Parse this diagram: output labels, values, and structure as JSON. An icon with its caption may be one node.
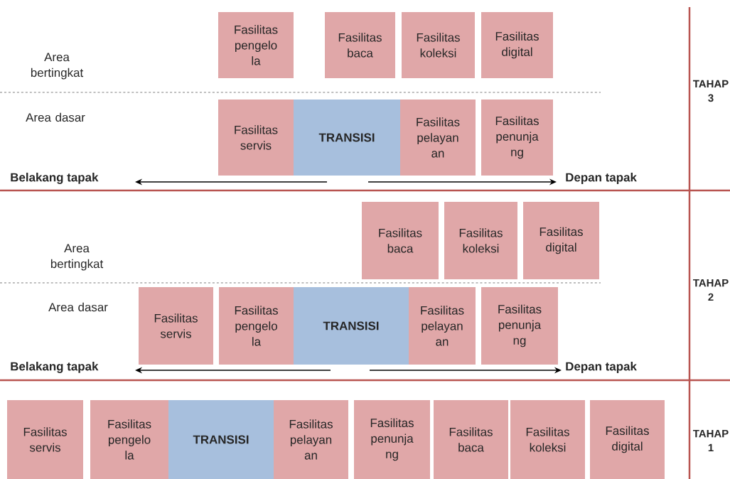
{
  "diagram": {
    "nodes": [
      {
        "text": [
          "Fasilitas pengelo la"
        ]
      },
      {
        "text": [
          "Fasilitas baca"
        ]
      },
      {
        "text": [
          "Fasilitas koleksi"
        ]
      },
      {
        "text": [
          "Fasilitas digital"
        ]
      },
      {
        "text": [
          "Fasilitas servis"
        ]
      },
      {
        "text": [
          "TRANSISI"
        ]
      },
      {
        "text": [
          "Fasilitas pelayan an"
        ]
      },
      {
        "text": [
          "Fasilitas penunja ng"
        ]
      },
      {
        "text": [
          "Fasilitas baca"
        ]
      },
      {
        "text": [
          "Fasilitas koleksi"
        ]
      },
      {
        "text": [
          "Fasilitas digital"
        ]
      },
      {
        "text": [
          "Fasilitas servis"
        ]
      },
      {
        "text": [
          "Fasilitas pengelo la"
        ]
      },
      {
        "text": [
          "TRANSISI"
        ]
      },
      {
        "text": [
          "Fasilitas pelayan an"
        ]
      },
      {
        "text": [
          "Fasilitas penunja ng"
        ]
      },
      {
        "text": [
          "Fasilitas servis"
        ]
      },
      {
        "text": [
          "Fasilitas pengelo la"
        ]
      },
      {
        "text": [
          "TRANSISI"
        ]
      },
      {
        "text": [
          "Fasilitas pelayan an"
        ]
      },
      {
        "text": [
          "Fasilitas penunja ng"
        ]
      },
      {
        "text": [
          "Fasilitas baca"
        ]
      },
      {
        "text": [
          "Fasilitas koleksi"
        ]
      },
      {
        "text": [
          "Fasilitas digital"
        ]
      }
    ],
    "labels": [
      "Area bertingkat",
      "TAHAP 3",
      "Area dasar",
      "Belakang tapak",
      "Depan tapak",
      "Area bertingkat",
      "TAHAP 2",
      "Area dasar",
      "Belakang tapak",
      "Depan tapak",
      "TAHAP 1"
    ]
  }
}
